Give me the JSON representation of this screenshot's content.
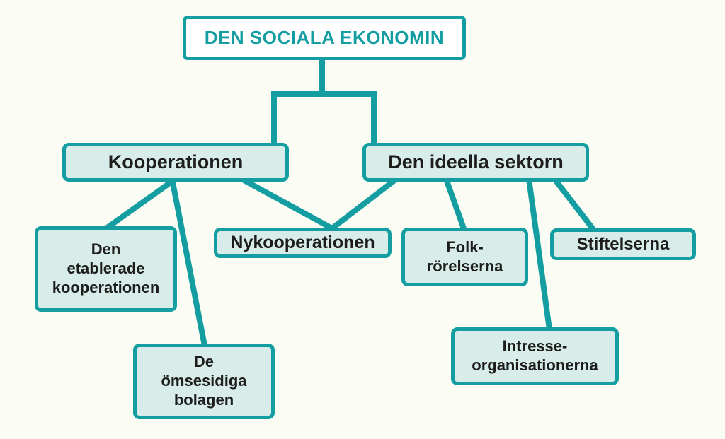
{
  "diagram": {
    "title": "DEN SOCIALA EKONOMIN",
    "type": "hierarchy-flowchart",
    "language": "sv",
    "colors": {
      "accent_teal": "#149ea2",
      "box_fill": "#d8ecea",
      "root_box_fill": "#ffffff",
      "root_text": "#149ea2",
      "node_text": "#1d1d1b",
      "background": "#fbfdf5"
    },
    "nodes": {
      "root": {
        "label": "DEN SOCIALA EKONOMIN"
      },
      "kooperationen": {
        "label": "Kooperationen"
      },
      "ideella": {
        "label": "Den ideella sektorn"
      },
      "etablerade": {
        "label": "Den etablerade kooperationen",
        "lines": [
          "Den",
          "etablerade",
          "kooperationen"
        ]
      },
      "nykooperationen": {
        "label": "Nykooperationen"
      },
      "folkrorelserna": {
        "label": "Folk-rörelserna",
        "lines": [
          "Folk-",
          "rörelserna"
        ]
      },
      "stiftelserna": {
        "label": "Stiftelserna"
      },
      "intresse": {
        "label": "Intresse-organisationerna",
        "lines": [
          "Intresse-",
          "organisationerna"
        ]
      },
      "omsesidiga": {
        "label": "De ömsesidiga bolagen",
        "lines": [
          "De",
          "ömsesidiga",
          "bolagen"
        ]
      }
    },
    "edges": [
      {
        "from": "root",
        "to": "kooperationen"
      },
      {
        "from": "root",
        "to": "ideella"
      },
      {
        "from": "kooperationen",
        "to": "etablerade"
      },
      {
        "from": "kooperationen",
        "to": "omsesidiga"
      },
      {
        "from": "kooperationen",
        "to": "nykooperationen"
      },
      {
        "from": "ideella",
        "to": "nykooperationen"
      },
      {
        "from": "ideella",
        "to": "folkrorelserna"
      },
      {
        "from": "ideella",
        "to": "intresse"
      },
      {
        "from": "ideella",
        "to": "stiftelserna"
      }
    ]
  }
}
